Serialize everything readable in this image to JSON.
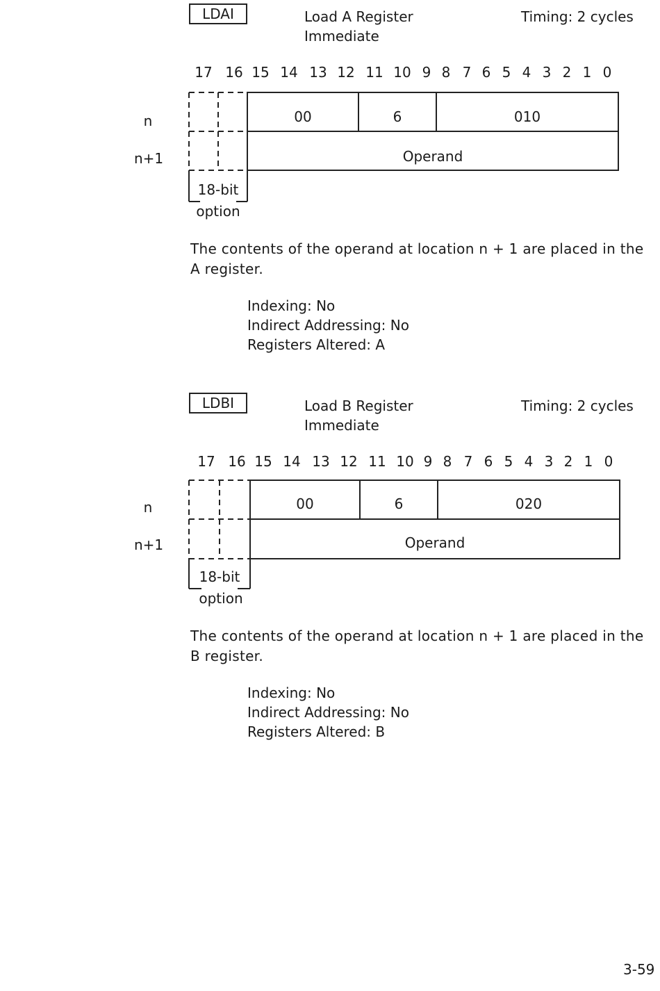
{
  "instructions": [
    {
      "mnemonic": "LDAI",
      "name_line1": "Load A Register",
      "name_line2": "Immediate",
      "timing": "Timing:  2 cycles",
      "bit_numbers": [
        "17",
        "16",
        "15",
        "14",
        "13",
        "12",
        "11",
        "10",
        "9",
        "8",
        "7",
        "6",
        "5",
        "4",
        "3",
        "2",
        "1",
        "0"
      ],
      "row_labels": [
        "n",
        "n+1"
      ],
      "word_n_fields": [
        "00",
        "6",
        "010"
      ],
      "word_n1_field": "Operand",
      "option_line1": "18-bit",
      "option_line2": "option",
      "description_line1": "The contents of the operand at location n + 1 are placed in the",
      "description_line2": "A register.",
      "indexing": "Indexing:  No",
      "indirect": "Indirect Addressing:  No",
      "registers_altered": "Registers Altered:  A"
    },
    {
      "mnemonic": "LDBI",
      "name_line1": "Load B Register",
      "name_line2": "Immediate",
      "timing": "Timing:  2 cycles",
      "bit_numbers": [
        "17",
        "16",
        "15",
        "14",
        "13",
        "12",
        "11",
        "10",
        "9",
        "8",
        "7",
        "6",
        "5",
        "4",
        "3",
        "2",
        "1",
        "0"
      ],
      "row_labels": [
        "n",
        "n+1"
      ],
      "word_n_fields": [
        "00",
        "6",
        "020"
      ],
      "word_n1_field": "Operand",
      "option_line1": "18-bit",
      "option_line2": "option",
      "description_line1": "The contents of the operand at location n + 1 are placed in the",
      "description_line2": "B register.",
      "indexing": "Indexing:  No",
      "indirect": "Indirect Addressing:  No",
      "registers_altered": "Registers Altered:  B"
    }
  ],
  "page_number": "3-59"
}
